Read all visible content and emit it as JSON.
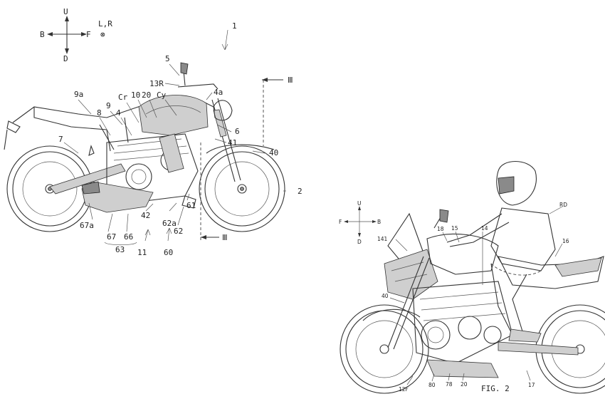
{
  "figure1": {
    "axes": {
      "up": "U",
      "back": "B",
      "front": "F",
      "down": "D",
      "lr": "L,R",
      "lr_symbol": "⊗"
    },
    "labels": {
      "l1": "1",
      "l5": "5",
      "l13R": "13R",
      "l4a": "4a",
      "l9a": "9a",
      "l9": "9",
      "lCr": "Cr",
      "l10": "10",
      "l20": "20",
      "lCy": "Cy",
      "l8": "8",
      "l4": "4",
      "l6": "6",
      "l7": "7",
      "l41": "41",
      "l40": "40",
      "l2": "2",
      "l42": "42",
      "l62a": "62a",
      "l61": "61",
      "l67a": "67a",
      "l62": "62",
      "l67": "67",
      "l66": "66",
      "l63": "63",
      "l11": "11",
      "l60": "60",
      "section_top": "Ⅲ",
      "section_bottom": "Ⅲ"
    }
  },
  "figure2": {
    "axes": {
      "up": "U",
      "front": "F",
      "back": "B",
      "down": "D"
    },
    "labels": {
      "lRD": "RD",
      "l141": "141",
      "l18": "18",
      "l15": "15",
      "l14": "14",
      "l16": "16",
      "l40": "40",
      "l12F": "12F",
      "l80": "80",
      "l78": "78",
      "l20": "20",
      "l17": "17"
    },
    "caption": "FIG. 2"
  }
}
